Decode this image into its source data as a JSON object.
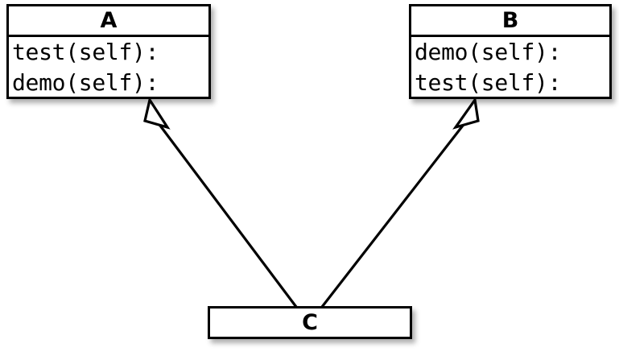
{
  "diagram": {
    "kind": "uml-class-diagram",
    "background_color": "#ffffff",
    "line_color": "#000000",
    "fill_color": "#ffffff",
    "classes": [
      {
        "id": "A",
        "name": "A",
        "members": [
          "test(self):",
          "demo(self):"
        ]
      },
      {
        "id": "B",
        "name": "B",
        "members": [
          "demo(self):",
          "test(self):"
        ]
      },
      {
        "id": "C",
        "name": "C",
        "members": []
      }
    ],
    "relationships": [
      {
        "type": "generalization",
        "from": "C",
        "to": "A",
        "arrowhead": "hollow-triangle"
      },
      {
        "type": "generalization",
        "from": "C",
        "to": "B",
        "arrowhead": "hollow-triangle"
      }
    ]
  }
}
